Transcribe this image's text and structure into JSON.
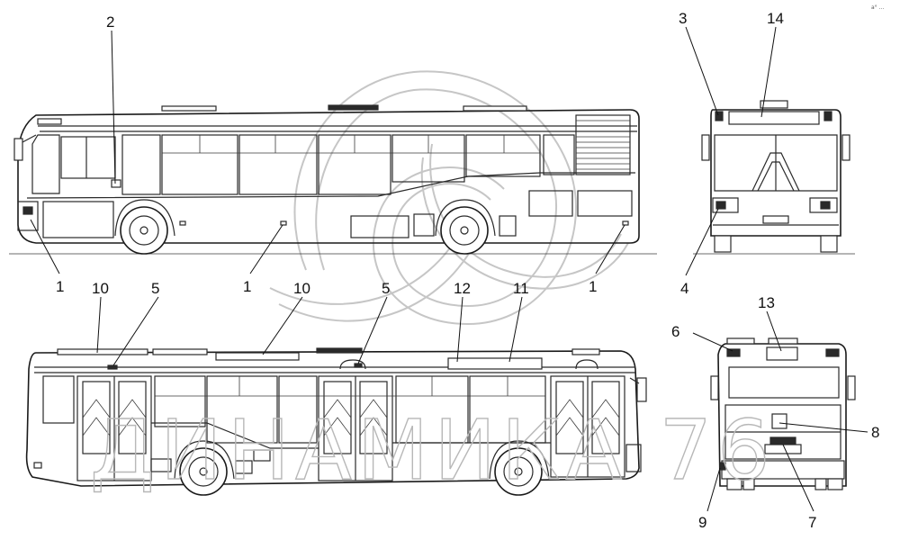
{
  "title": "",
  "watermark": {
    "text": "ДИНАМИКА 76"
  },
  "corner_mark": "a° ...",
  "callouts": {
    "c1a": "1",
    "c1b": "1",
    "c1c": "1",
    "c2": "2",
    "c3": "3",
    "c4": "4",
    "c5a": "5",
    "c5b": "5",
    "c6": "6",
    "c7": "7",
    "c8": "8",
    "c9": "9",
    "c10a": "10",
    "c10b": "10",
    "c11": "11",
    "c12": "12",
    "c13": "13",
    "c14": "14"
  }
}
